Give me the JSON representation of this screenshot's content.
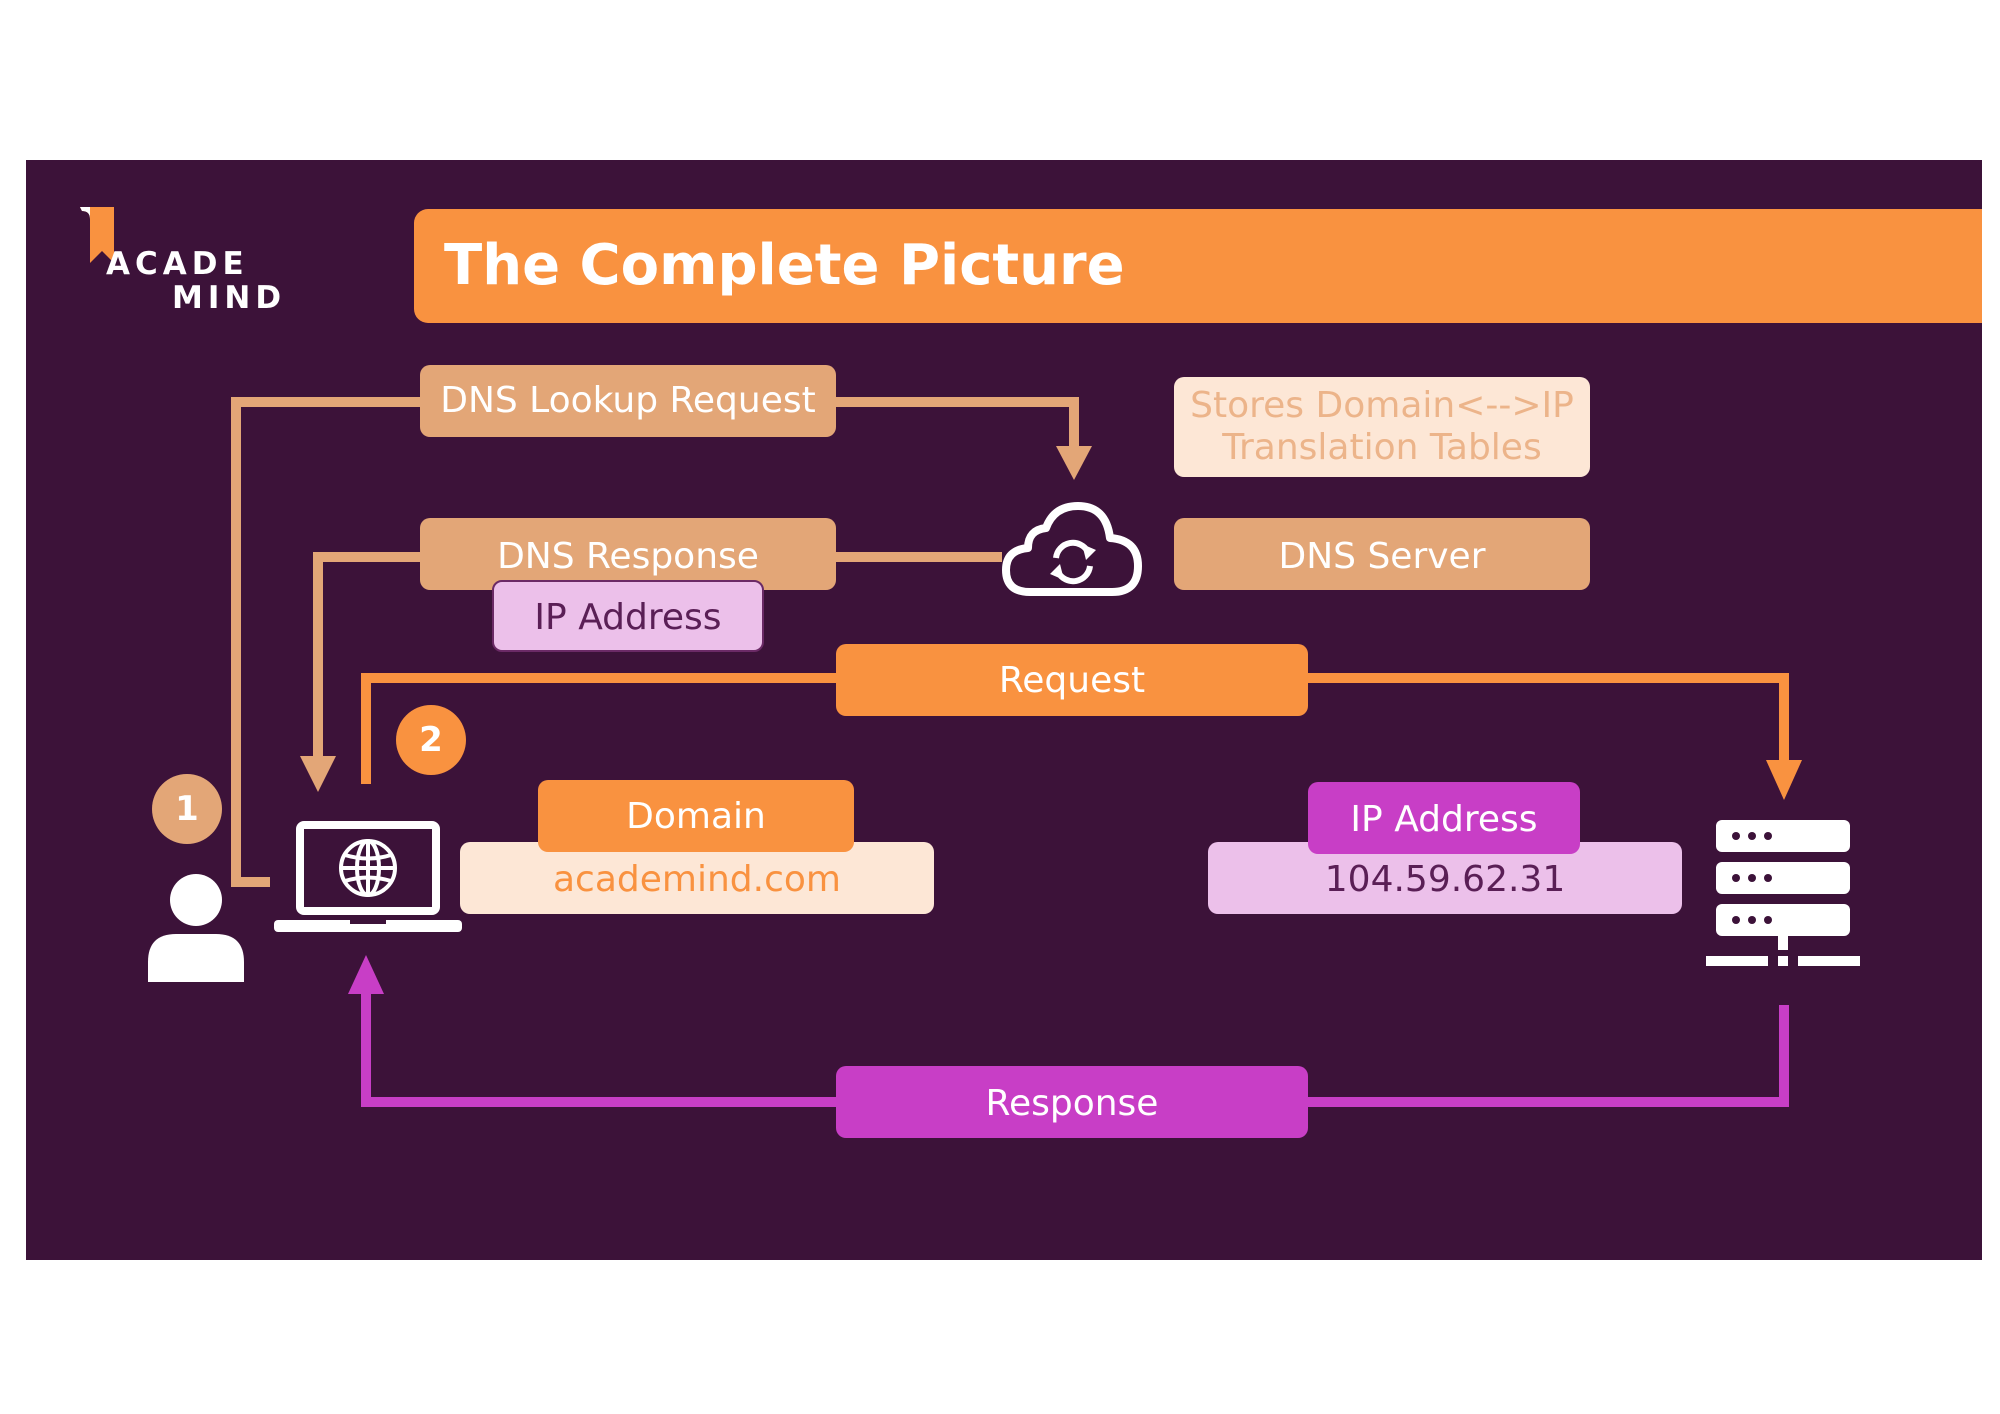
{
  "logo": {
    "line1": "ACADE",
    "line2": "MIND"
  },
  "title": "The Complete Picture",
  "labels": {
    "dns_lookup_request": "DNS Lookup Request",
    "stores_line1": "Stores Domain<-->IP",
    "stores_line2": "Translation Tables",
    "dns_response": "DNS Response",
    "dns_server": "DNS Server",
    "ip_address_small": "IP Address",
    "request": "Request",
    "domain": "Domain",
    "domain_value": "academind.com",
    "ip_address": "IP Address",
    "ip_value": "104.59.62.31",
    "response": "Response"
  },
  "steps": [
    "1",
    "2"
  ],
  "icons": [
    "user-icon",
    "laptop-globe-icon",
    "cloud-sync-icon",
    "server-icon"
  ],
  "colors": {
    "background": "#3c1239",
    "orange": "#f99240",
    "tan": "#e3a677",
    "magenta": "#c83ec6",
    "cream": "#fde7d6",
    "pink": "#ecc0ea"
  }
}
